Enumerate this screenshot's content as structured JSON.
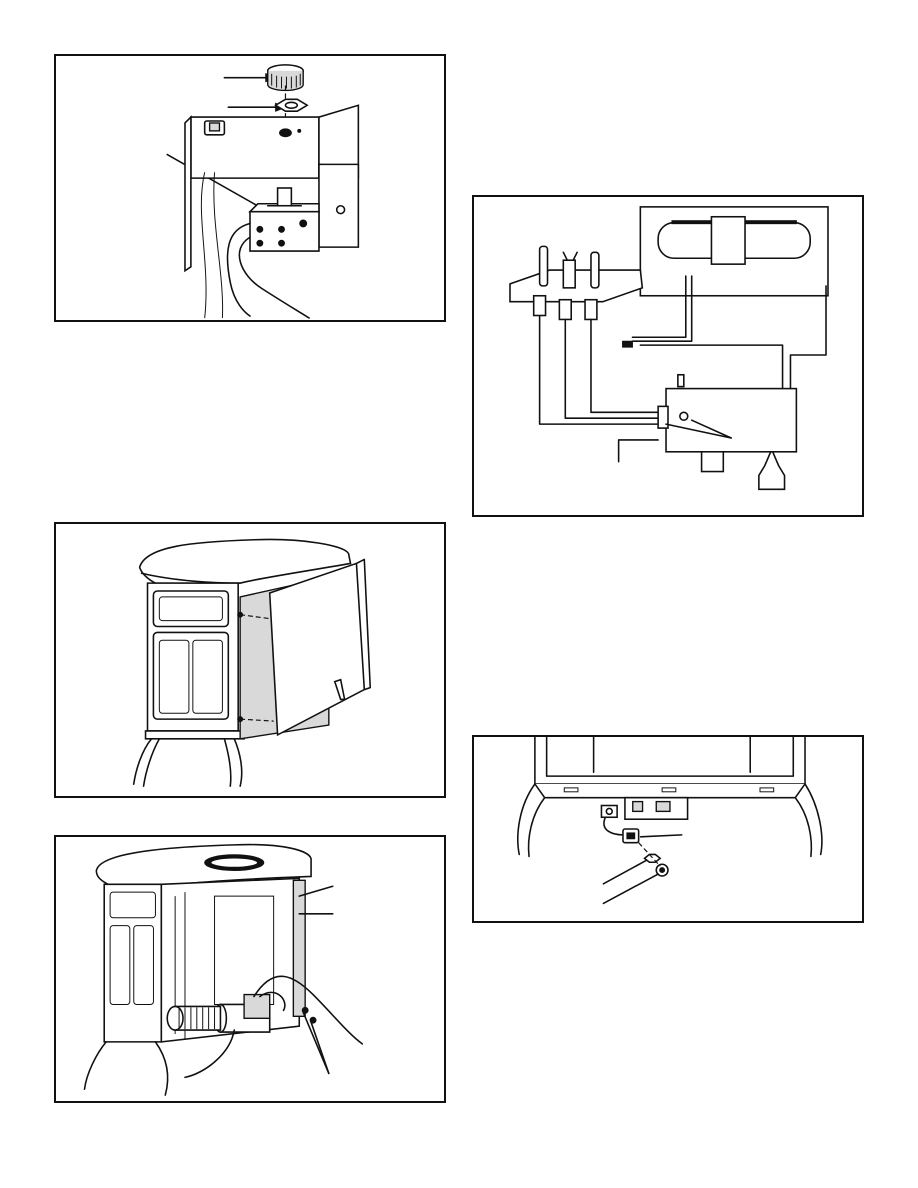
{
  "figures": [
    {
      "id": "knob-assembly",
      "caption": ""
    },
    {
      "id": "side-panel-removal",
      "caption": ""
    },
    {
      "id": "blower-installation",
      "caption": ""
    },
    {
      "id": "wiring-diagram",
      "caption": ""
    },
    {
      "id": "switch-installation",
      "caption": ""
    }
  ]
}
